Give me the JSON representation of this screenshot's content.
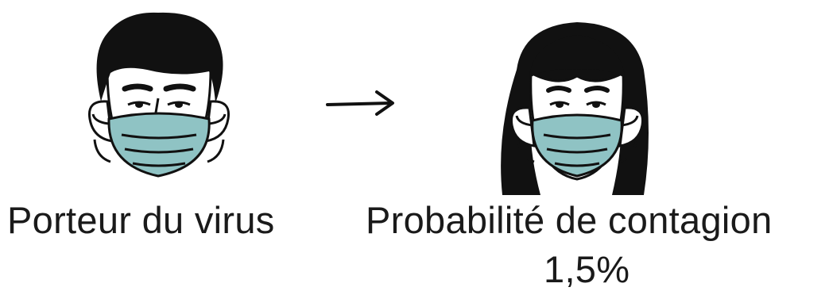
{
  "carrier": {
    "label": "Porteur du virus",
    "icon": "masked-man-icon"
  },
  "arrow": {
    "icon": "right-arrow-icon"
  },
  "recipient": {
    "label": "Probabilité de contagion",
    "value": "1,5%",
    "icon": "masked-woman-icon"
  },
  "colors": {
    "mask": "#8fc3c4",
    "hair": "#111111",
    "skin": "#ffffff",
    "background": "#ffffff"
  }
}
